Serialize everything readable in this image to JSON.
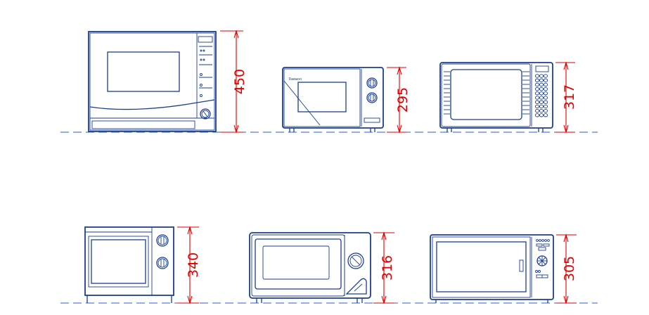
{
  "drawing": {
    "colors": {
      "outline": "#1b3f8f",
      "dimension": "#e00000",
      "floor_line": "#2a5bd7",
      "background": "#ffffff"
    },
    "appliances": [
      {
        "id": "oven-1",
        "height_label": "450"
      },
      {
        "id": "microwave-2",
        "height_label": "295",
        "brand_label": "Daewoo"
      },
      {
        "id": "microwave-3",
        "height_label": "317"
      },
      {
        "id": "microwave-4",
        "height_label": "340"
      },
      {
        "id": "microwave-5",
        "height_label": "316"
      },
      {
        "id": "microwave-6",
        "height_label": "305"
      }
    ]
  }
}
